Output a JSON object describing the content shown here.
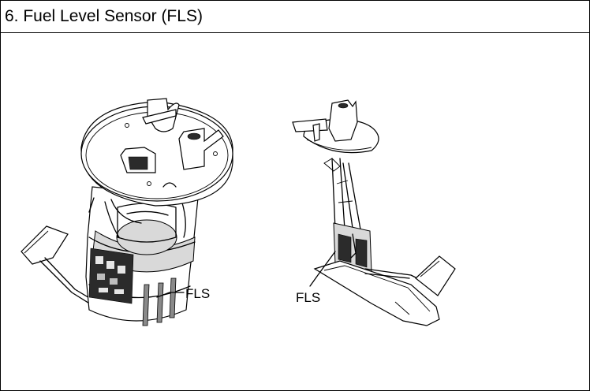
{
  "header": {
    "title": "6. Fuel Level Sensor (FLS)"
  },
  "diagram": {
    "left_assembly": {
      "label": "FLS"
    },
    "right_assembly": {
      "label": "FLS"
    }
  }
}
